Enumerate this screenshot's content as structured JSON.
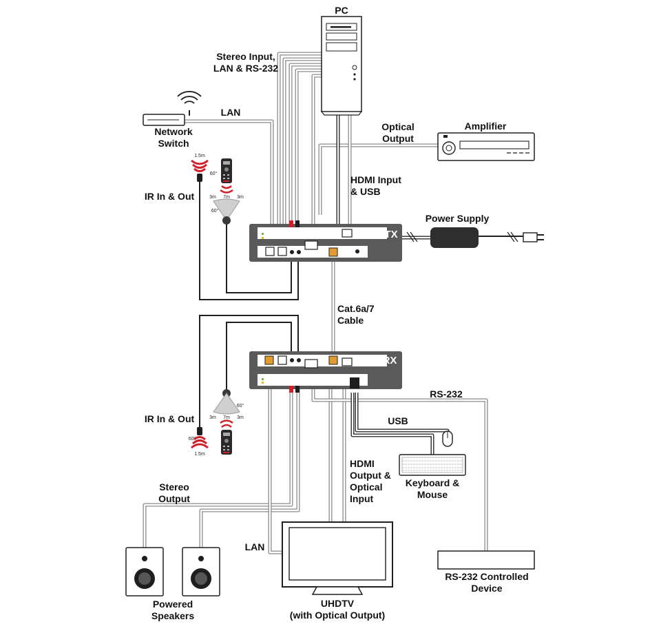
{
  "labels": {
    "pc": "PC",
    "stereo_input_1": "Stereo Input,",
    "stereo_input_2": "LAN & RS-232",
    "lan_top": "LAN",
    "network_switch_1": "Network",
    "network_switch_2": "Switch",
    "optical_output_1": "Optical",
    "optical_output_2": "Output",
    "amplifier": "Amplifier",
    "hdmi_input_1": "HDMI Input",
    "hdmi_input_2": "& USB",
    "ir_in_out_top": "IR In & Out",
    "power_supply": "Power Supply",
    "tx": "TX",
    "cable_1": "Cat.6a/7",
    "cable_2": "Cable",
    "rx": "RX",
    "rs232": "RS-232",
    "usb": "USB",
    "ir_in_out_bottom": "IR In & Out",
    "hdmi_output_1": "HDMI",
    "hdmi_output_2": "Output &",
    "hdmi_output_3": "Optical",
    "hdmi_output_4": "Input",
    "keyboard_mouse_1": "Keyboard &",
    "keyboard_mouse_2": "Mouse",
    "stereo_output_1": "Stereo",
    "stereo_output_2": "Output",
    "lan_bottom": "LAN",
    "rs232_device_1": "RS-232 Controlled",
    "rs232_device_2": "Device",
    "speakers_1": "Powered",
    "speakers_2": "Speakers",
    "uhdtv_1": "UHDTV",
    "uhdtv_2": "(with Optical Output)"
  },
  "ir": {
    "top_emitter_range": "1.5m",
    "top_emitter_angle": "60°",
    "top_left": "3m",
    "top_center": "7m",
    "top_right": "3m",
    "top_sensor_angle": "60°",
    "bottom_sensor_angle": "60°",
    "bottom_left": "3m",
    "bottom_center": "7m",
    "bottom_right": "3m",
    "bottom_emitter_angle": "60°",
    "bottom_emitter_range": "1.5m"
  },
  "colors": {
    "unit_body": "#5a5a5a",
    "cable_gray": "#8a8a8a",
    "cable_black": "#2b2b2b",
    "ir_red": "#d0202a",
    "lan_orange": "#e39a2e"
  }
}
